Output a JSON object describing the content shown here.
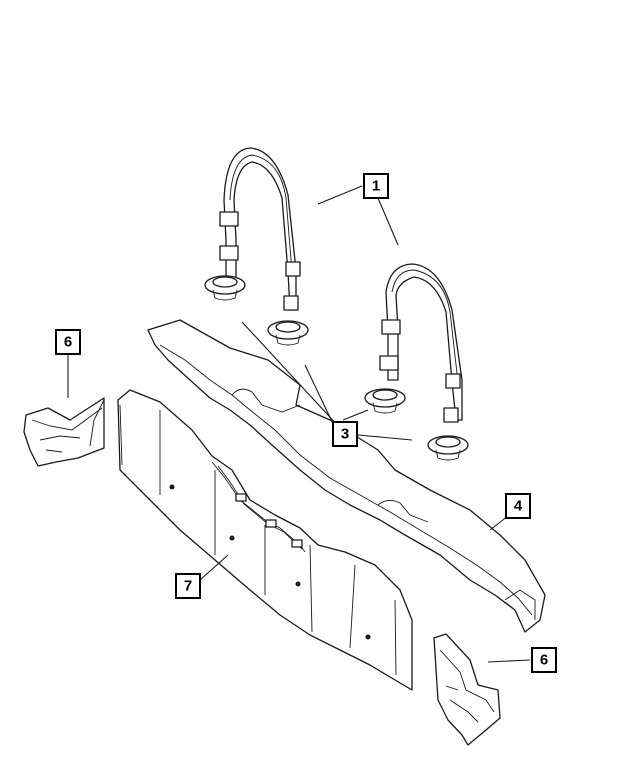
{
  "callouts": {
    "c1": "1",
    "c3": "3",
    "c4": "4",
    "c6_left": "6",
    "c6_right": "6",
    "c7": "7"
  }
}
